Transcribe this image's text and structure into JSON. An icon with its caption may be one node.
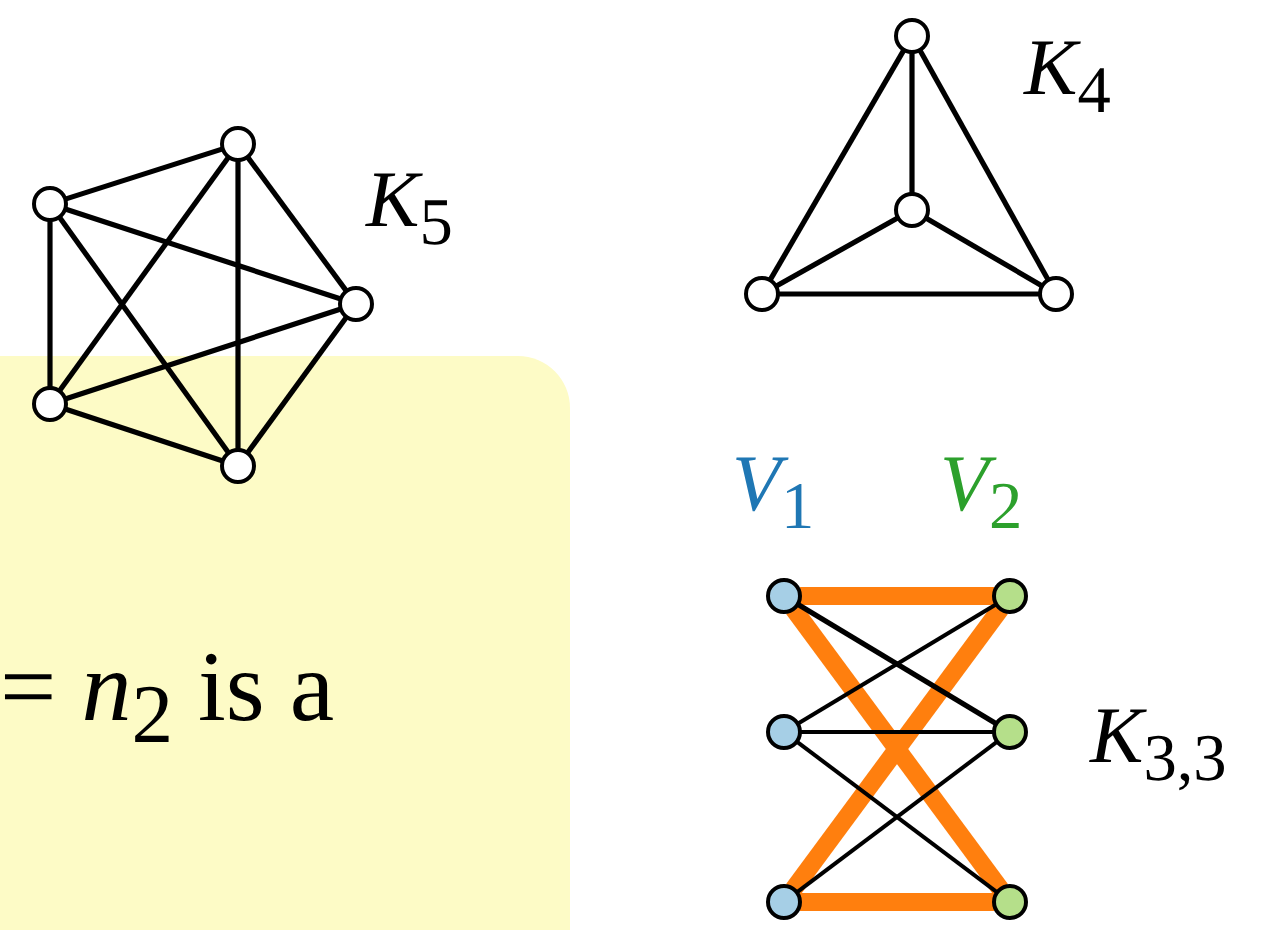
{
  "diagram": {
    "nodes": [
      {
        "text": [],
        "shape": "circle"
      },
      {
        "text": [],
        "shape": "circle"
      },
      {
        "text": [],
        "shape": "circle"
      },
      {
        "text": [],
        "shape": "circle"
      },
      {
        "text": [],
        "shape": "circle"
      },
      {
        "text": [],
        "shape": "circle"
      },
      {
        "text": [],
        "shape": "circle"
      },
      {
        "text": [],
        "shape": "circle"
      },
      {
        "text": [],
        "shape": "circle"
      },
      {
        "text": [],
        "shape": "circle"
      },
      {
        "text": [],
        "shape": "circle"
      },
      {
        "text": [],
        "shape": "circle"
      },
      {
        "text": [],
        "shape": "circle"
      },
      {
        "text": [],
        "shape": "circle"
      },
      {
        "text": [],
        "shape": "circle"
      }
    ],
    "edges": [
      {
        "from": 0,
        "to": 1,
        "arrow": "none"
      },
      {
        "from": 0,
        "to": 2,
        "arrow": "none"
      },
      {
        "from": 0,
        "to": 3,
        "arrow": "none"
      },
      {
        "from": 0,
        "to": 4,
        "arrow": "none"
      },
      {
        "from": 1,
        "to": 2,
        "arrow": "none"
      },
      {
        "from": 1,
        "to": 3,
        "arrow": "none"
      },
      {
        "from": 1,
        "to": 4,
        "arrow": "none"
      },
      {
        "from": 2,
        "to": 3,
        "arrow": "none"
      },
      {
        "from": 2,
        "to": 4,
        "arrow": "none"
      },
      {
        "from": 3,
        "to": 4,
        "arrow": "none"
      },
      {
        "from": 5,
        "to": 6,
        "arrow": "none"
      },
      {
        "from": 5,
        "to": 7,
        "arrow": "none"
      },
      {
        "from": 5,
        "to": 8,
        "arrow": "none"
      },
      {
        "from": 6,
        "to": 7,
        "arrow": "none"
      },
      {
        "from": 6,
        "to": 8,
        "arrow": "none"
      },
      {
        "from": 7,
        "to": 8,
        "arrow": "none"
      },
      {
        "from": 9,
        "to": 12,
        "arrow": "none",
        "style": "thick",
        "color": "#ff7f0e"
      },
      {
        "from": 9,
        "to": 14,
        "arrow": "none",
        "style": "thick",
        "color": "#ff7f0e"
      },
      {
        "from": 11,
        "to": 12,
        "arrow": "none",
        "style": "thick",
        "color": "#ff7f0e"
      },
      {
        "from": 11,
        "to": 14,
        "arrow": "none",
        "style": "thick",
        "color": "#ff7f0e"
      },
      {
        "from": 9,
        "to": 13,
        "arrow": "none"
      },
      {
        "from": 10,
        "to": 12,
        "arrow": "none"
      },
      {
        "from": 10,
        "to": 13,
        "arrow": "none"
      },
      {
        "from": 10,
        "to": 14,
        "arrow": "none"
      },
      {
        "from": 11,
        "to": 13,
        "arrow": "none"
      }
    ],
    "labels": [
      "*K*$_{5}$",
      "*K*$_{4}$",
      "= *n*$_{2}$ is a",
      "*V*$_{1}$",
      "*V*$_{2}$",
      "*K*$_{3,3}$"
    ]
  }
}
